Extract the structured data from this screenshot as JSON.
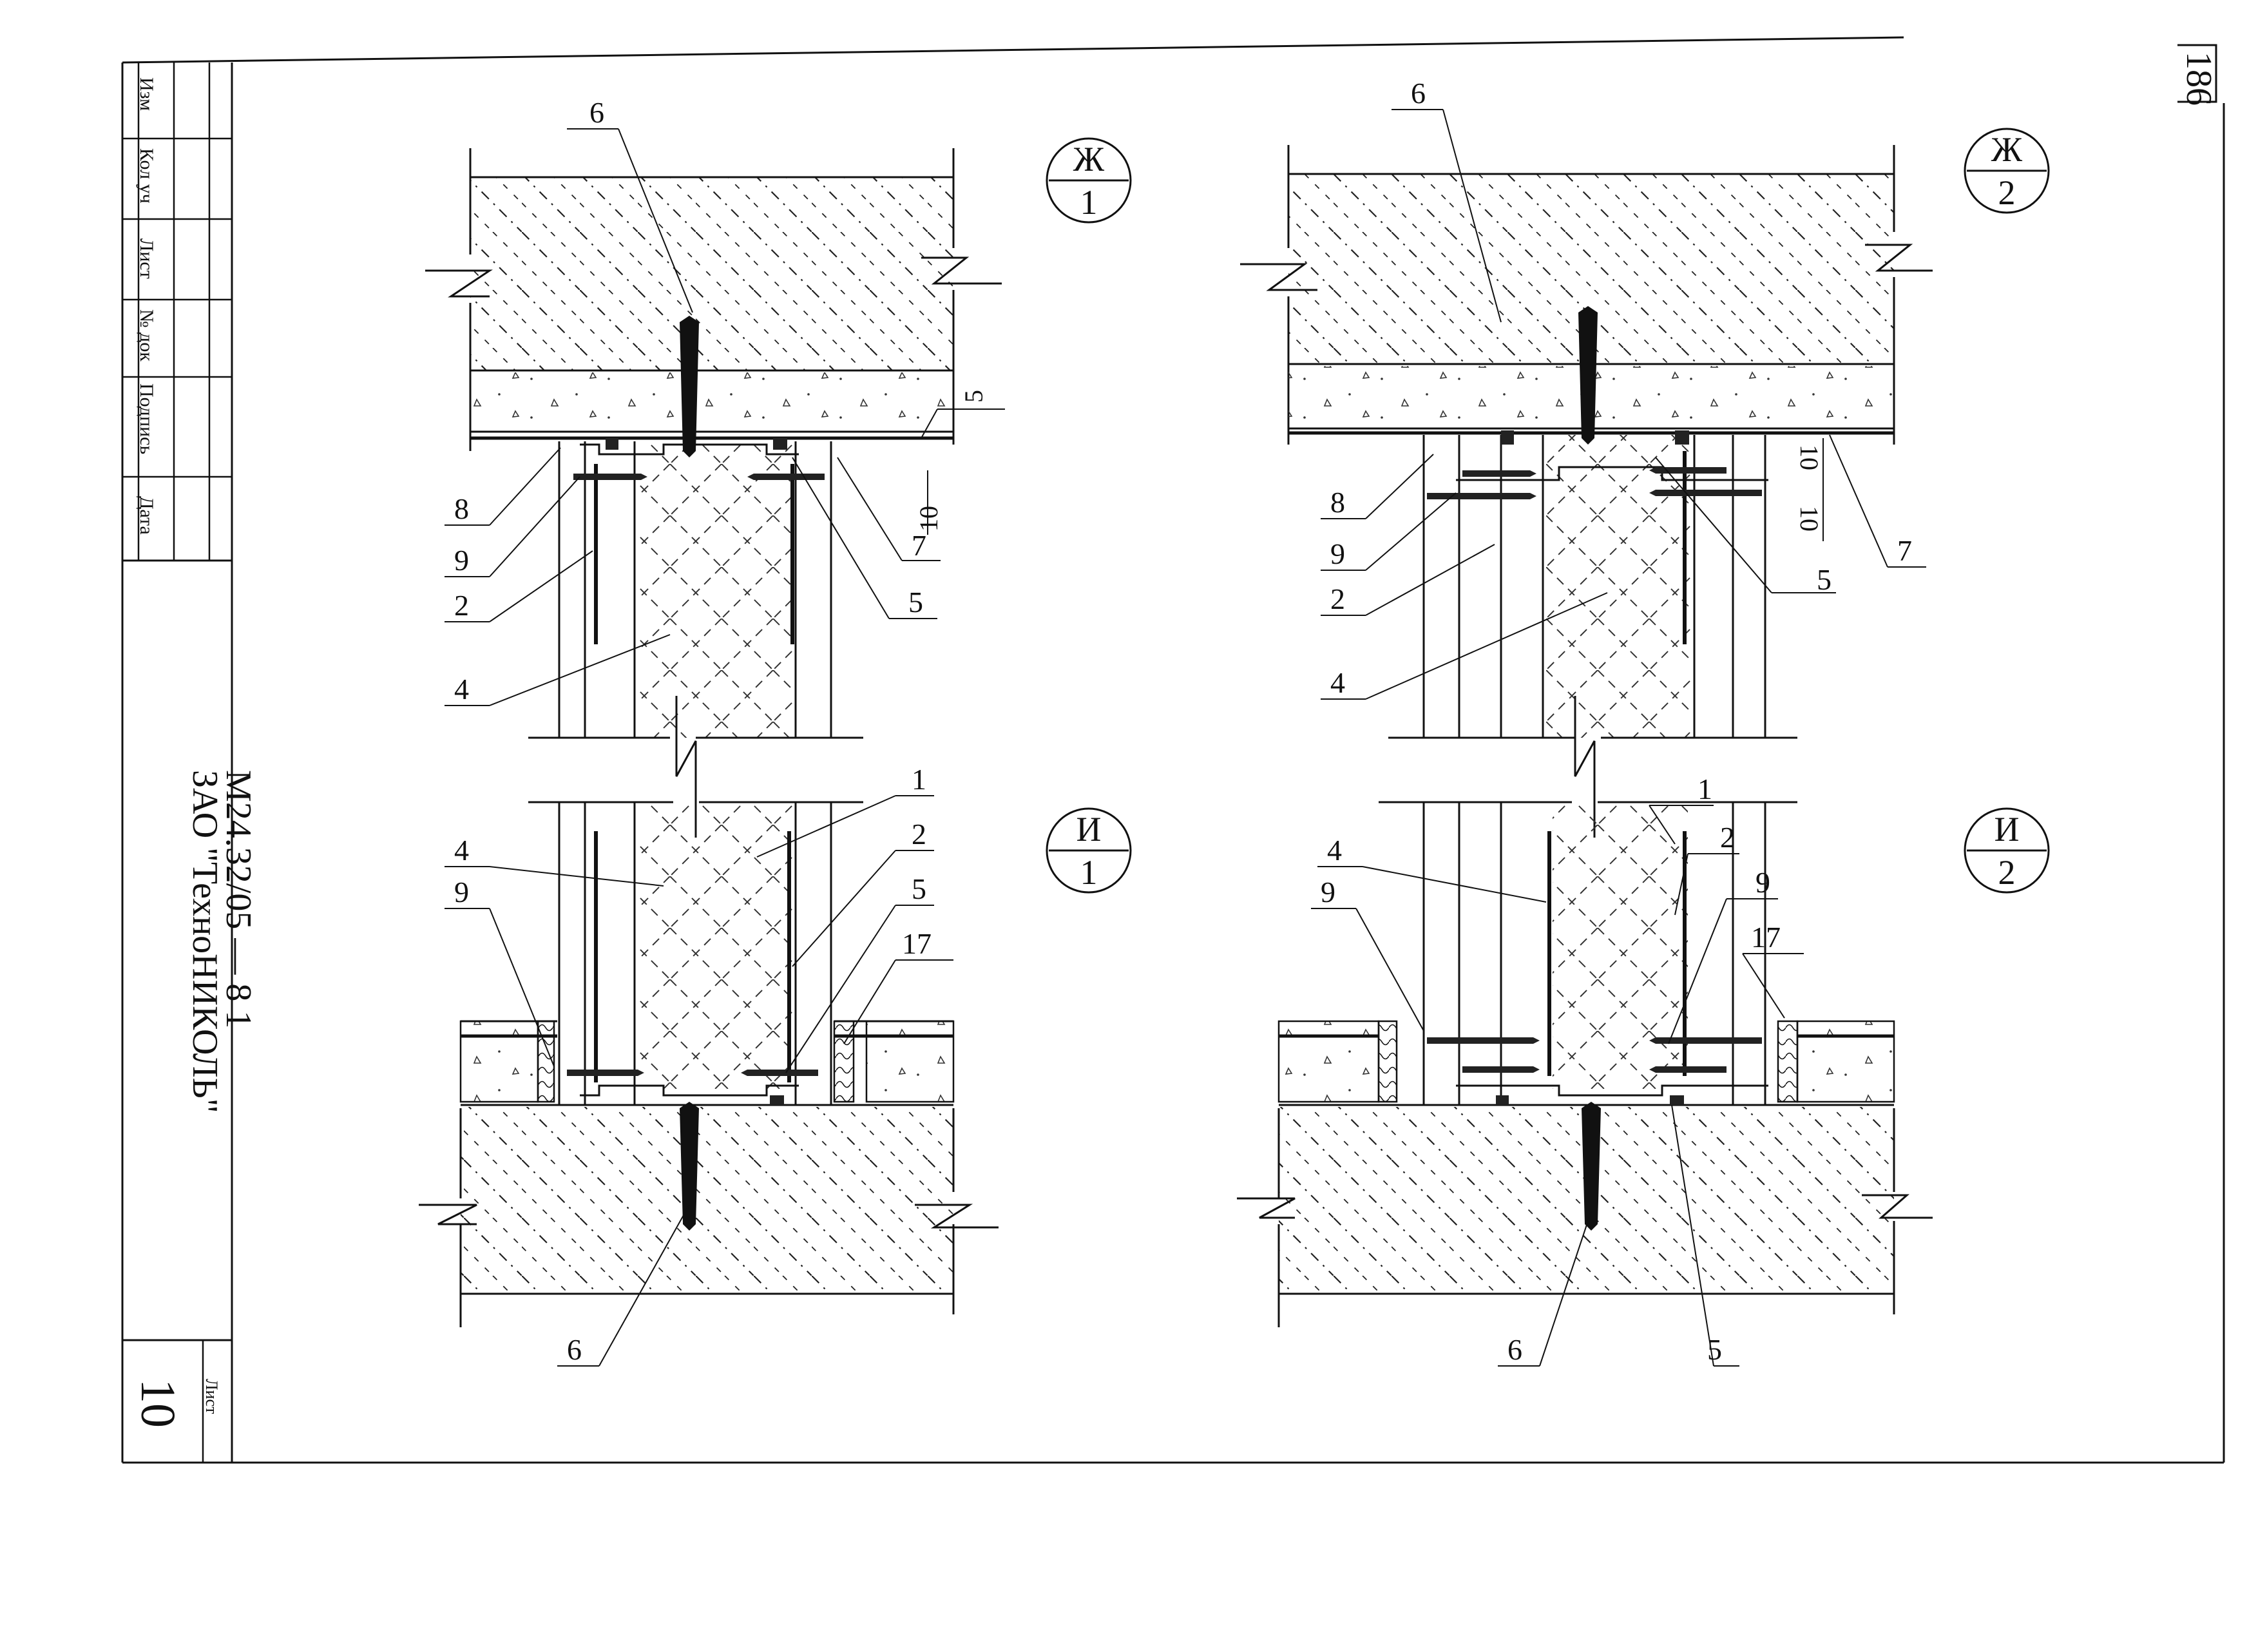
{
  "page_number": "186",
  "stamp": {
    "col_headers": [
      "Изм",
      "Кол уч",
      "Лист",
      "№ док",
      "Подпись",
      "Дата"
    ],
    "company": "ЗАО \"ТехноНИКОЛЬ\"",
    "doc_code": "М24.32/05  —  8 1",
    "sheet_label": "Лист",
    "sheet_number": "10"
  },
  "details": {
    "zh1": {
      "top": "Ж",
      "bottom": "1"
    },
    "zh2": {
      "top": "Ж",
      "bottom": "2"
    },
    "i1": {
      "top": "И",
      "bottom": "1"
    },
    "i2": {
      "top": "И",
      "bottom": "2"
    }
  },
  "callouts": {
    "zh1": {
      "n6": "6",
      "n8": "8",
      "n9": "9",
      "n2": "2",
      "n4": "4",
      "n5a": "5",
      "n7": "7",
      "n5b": "5",
      "dim10": "10"
    },
    "zh2": {
      "n6": "6",
      "n8": "8",
      "n9": "9",
      "n2": "2",
      "n4": "4",
      "n5": "5",
      "n7": "7",
      "dim10a": "10",
      "dim10b": "10"
    },
    "i1": {
      "n1": "1",
      "n2": "2",
      "n4": "4",
      "n9": "9",
      "n5": "5",
      "n17": "17",
      "n6": "6"
    },
    "i2": {
      "n1": "1",
      "n2": "2",
      "n4": "4",
      "n9a": "9",
      "n9b": "9",
      "n17": "17",
      "n6": "6",
      "n5": "5"
    }
  }
}
